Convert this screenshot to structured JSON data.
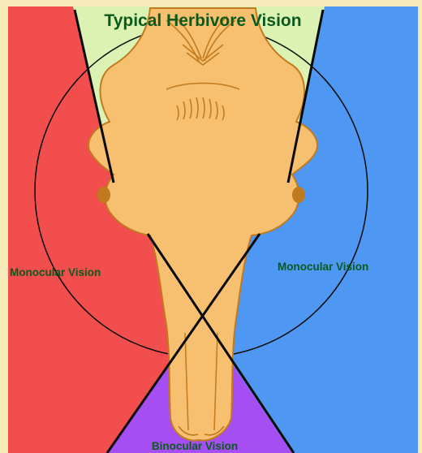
{
  "title": "Typical Herbivore Vision",
  "labels": {
    "left_region": "Monocular Vision",
    "right_region": "Monocular Vision",
    "bottom_region": "Binocular Vision"
  },
  "colors": {
    "background": "#f7eab8",
    "left_field": "#f24e4e",
    "right_field": "#4e97f2",
    "top_blind_zone": "#dcf2b3",
    "binocular_field": "#a54ef2",
    "head": "#f7bf70",
    "head_outline": "#c17a1d",
    "label_text": "#0a5a1e",
    "lines": "#0a0a0a"
  },
  "icons": {
    "head": "cow-head-top-view",
    "eyes": "eye"
  }
}
